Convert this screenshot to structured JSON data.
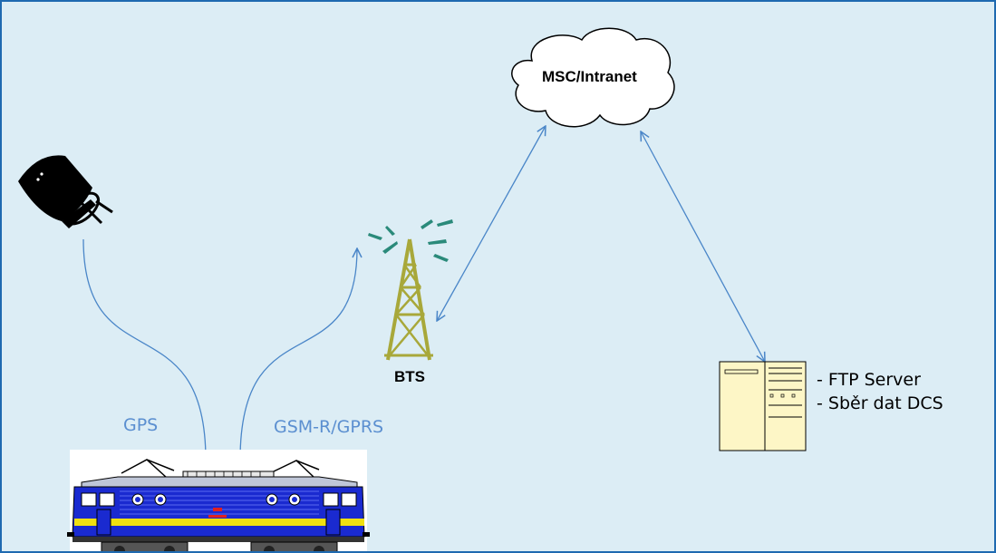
{
  "labels": {
    "gps": "GPS",
    "gsm": "GSM-R/GPRS",
    "bts": "BTS",
    "cloud": "MSC/Intranet",
    "server_lines": [
      "- FTP Server",
      "- Sběr dat DCS"
    ]
  },
  "icons": {
    "satellite": "satellite-dish-icon",
    "tower": "bts-tower-icon",
    "cloud": "network-cloud-icon",
    "server": "server-computer-icon",
    "locomotive": "electric-locomotive-icon"
  },
  "colors": {
    "background": "#dcedf5",
    "border": "#1f6ab0",
    "arrow": "#4a86c8",
    "label_blue": "#5b8fd0",
    "tower": "#a8a83a",
    "tower_signal": "#2a8a7a",
    "locomotive_body": "#1a2ad0",
    "locomotive_stripe": "#f0e010",
    "server_body": "#fdf6c6"
  }
}
